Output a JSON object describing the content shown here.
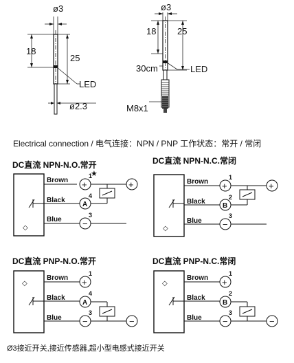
{
  "sensor_left": {
    "dim_diameter": "ø3",
    "dim_18": "18",
    "dim_25": "25",
    "led": "LED",
    "dim_cable_dia": "ø2.3"
  },
  "sensor_right": {
    "dim_diameter": "ø3",
    "dim_18": "18",
    "dim_25": "25",
    "dim_30cm": "30cm",
    "led": "LED",
    "connector": "M8x1"
  },
  "header": {
    "text": "Electrical connection / 电气连接：NPN / PNP  工作状态：常开 / 常闭"
  },
  "diagrams": [
    {
      "title": "DC直流 NPN-N.O.常开",
      "wires": [
        "Brown",
        "Black",
        "Blue"
      ],
      "pins": [
        "1",
        "4",
        "3"
      ],
      "output": "A"
    },
    {
      "title": "DC直流 NPN-N.C.常闭",
      "wires": [
        "Brown",
        "Black",
        "Blue"
      ],
      "pins": [
        "1",
        "2",
        "3"
      ],
      "output": "B"
    },
    {
      "title": "DC直流 PNP-N.O.常开",
      "wires": [
        "Brown",
        "Black",
        "Blue"
      ],
      "pins": [
        "1",
        "4",
        "3"
      ],
      "output": "A"
    },
    {
      "title": "DC直流 PNP-N.C.常闭",
      "wires": [
        "Brown",
        "Black",
        "Blue"
      ],
      "pins": [
        "1",
        "2",
        "3"
      ],
      "output": "B"
    }
  ],
  "footer": {
    "text": "Ø3接近开关,接近传感器,超小型电感式接近开关"
  },
  "symbols": {
    "plus": "+",
    "minus": "−"
  },
  "colors": {
    "line": "#111111",
    "star": "#c03040"
  }
}
